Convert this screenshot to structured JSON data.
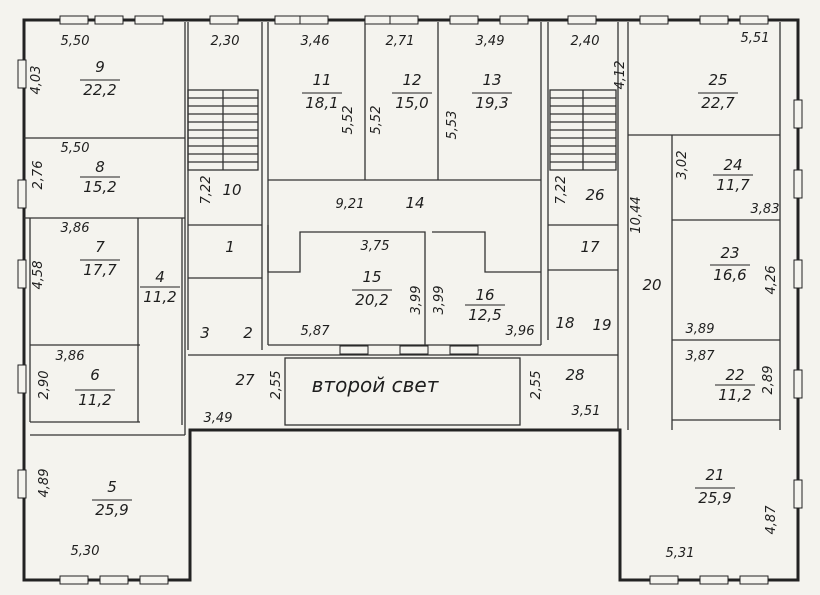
{
  "plan": {
    "void_label": "второй свет",
    "rooms": [
      {
        "id": "r9",
        "number": "9",
        "area": "22,2",
        "dims": [
          "5,50",
          "4,03"
        ]
      },
      {
        "id": "r8",
        "number": "8",
        "area": "15,2",
        "dims": [
          "5,50",
          "2,76"
        ]
      },
      {
        "id": "r7",
        "number": "7",
        "area": "17,7",
        "dims": [
          "3,86",
          "4,58"
        ]
      },
      {
        "id": "r6",
        "number": "6",
        "area": "11,2",
        "dims": [
          "3,86",
          "2,90"
        ]
      },
      {
        "id": "r5",
        "number": "5",
        "area": "25,9",
        "dims": [
          "5,30",
          "4,89"
        ]
      },
      {
        "id": "r4",
        "number": "4",
        "area": "11,2",
        "dims": []
      },
      {
        "id": "r10",
        "number": "10",
        "area": "",
        "dims": [
          "2,30",
          "7,22"
        ]
      },
      {
        "id": "r1",
        "number": "1",
        "area": "",
        "dims": []
      },
      {
        "id": "r2",
        "number": "2",
        "area": "",
        "dims": []
      },
      {
        "id": "r3",
        "number": "3",
        "area": "",
        "dims": []
      },
      {
        "id": "r11",
        "number": "11",
        "area": "18,1",
        "dims": [
          "3,46",
          "5,52"
        ]
      },
      {
        "id": "r12",
        "number": "12",
        "area": "15,0",
        "dims": [
          "2,71",
          "5,52"
        ]
      },
      {
        "id": "r13",
        "number": "13",
        "area": "19,3",
        "dims": [
          "3,49",
          "5,53"
        ]
      },
      {
        "id": "r14",
        "number": "14",
        "area": "",
        "dims": [
          "9,21"
        ]
      },
      {
        "id": "r15",
        "number": "15",
        "area": "20,2",
        "dims": [
          "3,75",
          "5,87",
          "3,99"
        ]
      },
      {
        "id": "r16",
        "number": "16",
        "area": "12,5",
        "dims": [
          "3,99",
          "3,96"
        ]
      },
      {
        "id": "r26",
        "number": "26",
        "area": "",
        "dims": [
          "2,40",
          "7,22"
        ]
      },
      {
        "id": "r17",
        "number": "17",
        "area": "",
        "dims": []
      },
      {
        "id": "r18",
        "number": "18",
        "area": "",
        "dims": []
      },
      {
        "id": "r19",
        "number": "19",
        "area": "",
        "dims": []
      },
      {
        "id": "r27",
        "number": "27",
        "area": "",
        "dims": [
          "2,55",
          "3,49"
        ]
      },
      {
        "id": "r28",
        "number": "28",
        "area": "",
        "dims": [
          "2,55",
          "3,51"
        ]
      },
      {
        "id": "r25",
        "number": "25",
        "area": "22,7",
        "dims": [
          "5,51",
          "4,12"
        ]
      },
      {
        "id": "r24",
        "number": "24",
        "area": "11,7",
        "dims": [
          "3,02",
          "3,83"
        ]
      },
      {
        "id": "r20",
        "number": "20",
        "area": "",
        "dims": [
          "10,44"
        ]
      },
      {
        "id": "r23",
        "number": "23",
        "area": "16,6",
        "dims": [
          "4,26",
          "3,89"
        ]
      },
      {
        "id": "r22",
        "number": "22",
        "area": "11,2",
        "dims": [
          "3,87",
          "2,89"
        ]
      },
      {
        "id": "r21",
        "number": "21",
        "area": "25,9",
        "dims": [
          "5,31",
          "4,87"
        ]
      }
    ]
  }
}
